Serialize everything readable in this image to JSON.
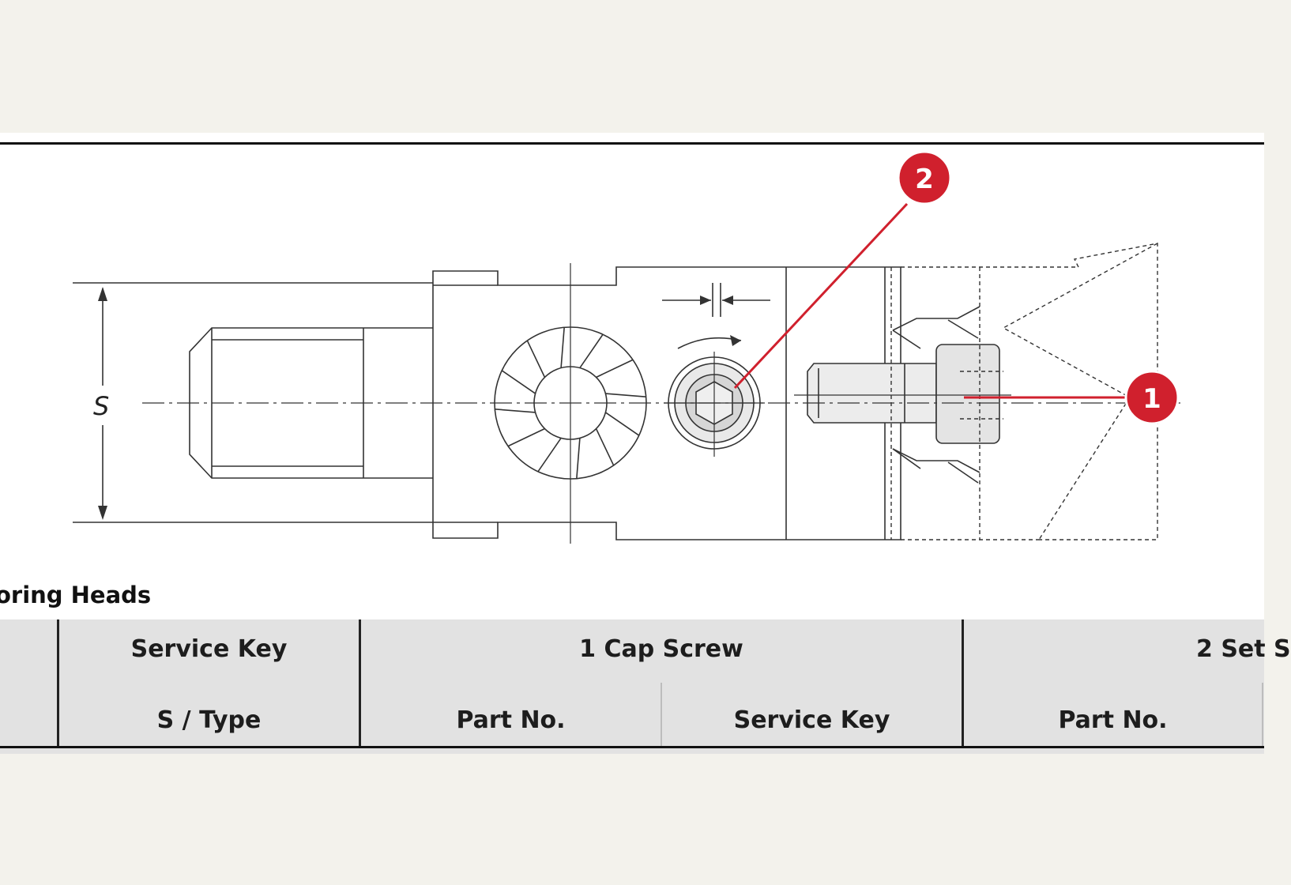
{
  "drawing": {
    "dimension_label": "S",
    "callouts": [
      {
        "number": "1"
      },
      {
        "number": "2"
      }
    ],
    "accent_color": "#d0202d"
  },
  "section_title": "oring Heads",
  "table": {
    "group_headers": [
      {
        "label": "Service Key"
      },
      {
        "label": "1 Cap Screw"
      },
      {
        "label": "2 Set S"
      }
    ],
    "sub_headers": [
      {
        "label": "S / Type"
      },
      {
        "label": "Part No."
      },
      {
        "label": "Service Key"
      },
      {
        "label": "Part No."
      }
    ]
  }
}
